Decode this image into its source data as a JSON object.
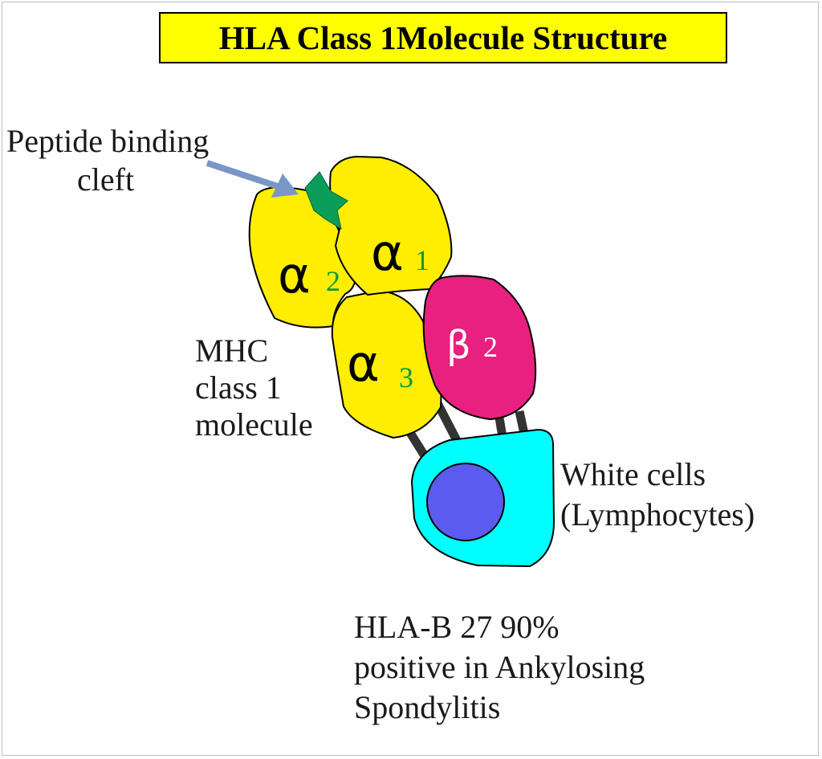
{
  "title": "HLA Class 1Molecule Structure",
  "labels": {
    "peptide_cleft": [
      "Peptide binding",
      "cleft"
    ],
    "mhc": [
      "MHC",
      "class 1",
      "molecule"
    ],
    "white_cells": [
      "White cells",
      "(Lymphocytes)"
    ],
    "hla_b27": [
      "HLA-B 27 90%",
      "positive in Ankylosing",
      "Spondylitis"
    ]
  },
  "domains": {
    "alpha1": {
      "symbol": "α",
      "sub": "1"
    },
    "alpha2": {
      "symbol": "α",
      "sub": "2"
    },
    "alpha3": {
      "symbol": "α",
      "sub": "3"
    },
    "beta2": {
      "symbol": "β",
      "sub": "2"
    }
  },
  "colors": {
    "alpha_domain": "#ffee00",
    "beta_domain": "#e8207f",
    "cell_body": "#00ffff",
    "nucleus": "#5b5bf0",
    "peptide": "#0b9e5a",
    "arrow": "#7a96c8",
    "subscript_green": "#0a9a3a",
    "title_bg": "#ffff00"
  }
}
